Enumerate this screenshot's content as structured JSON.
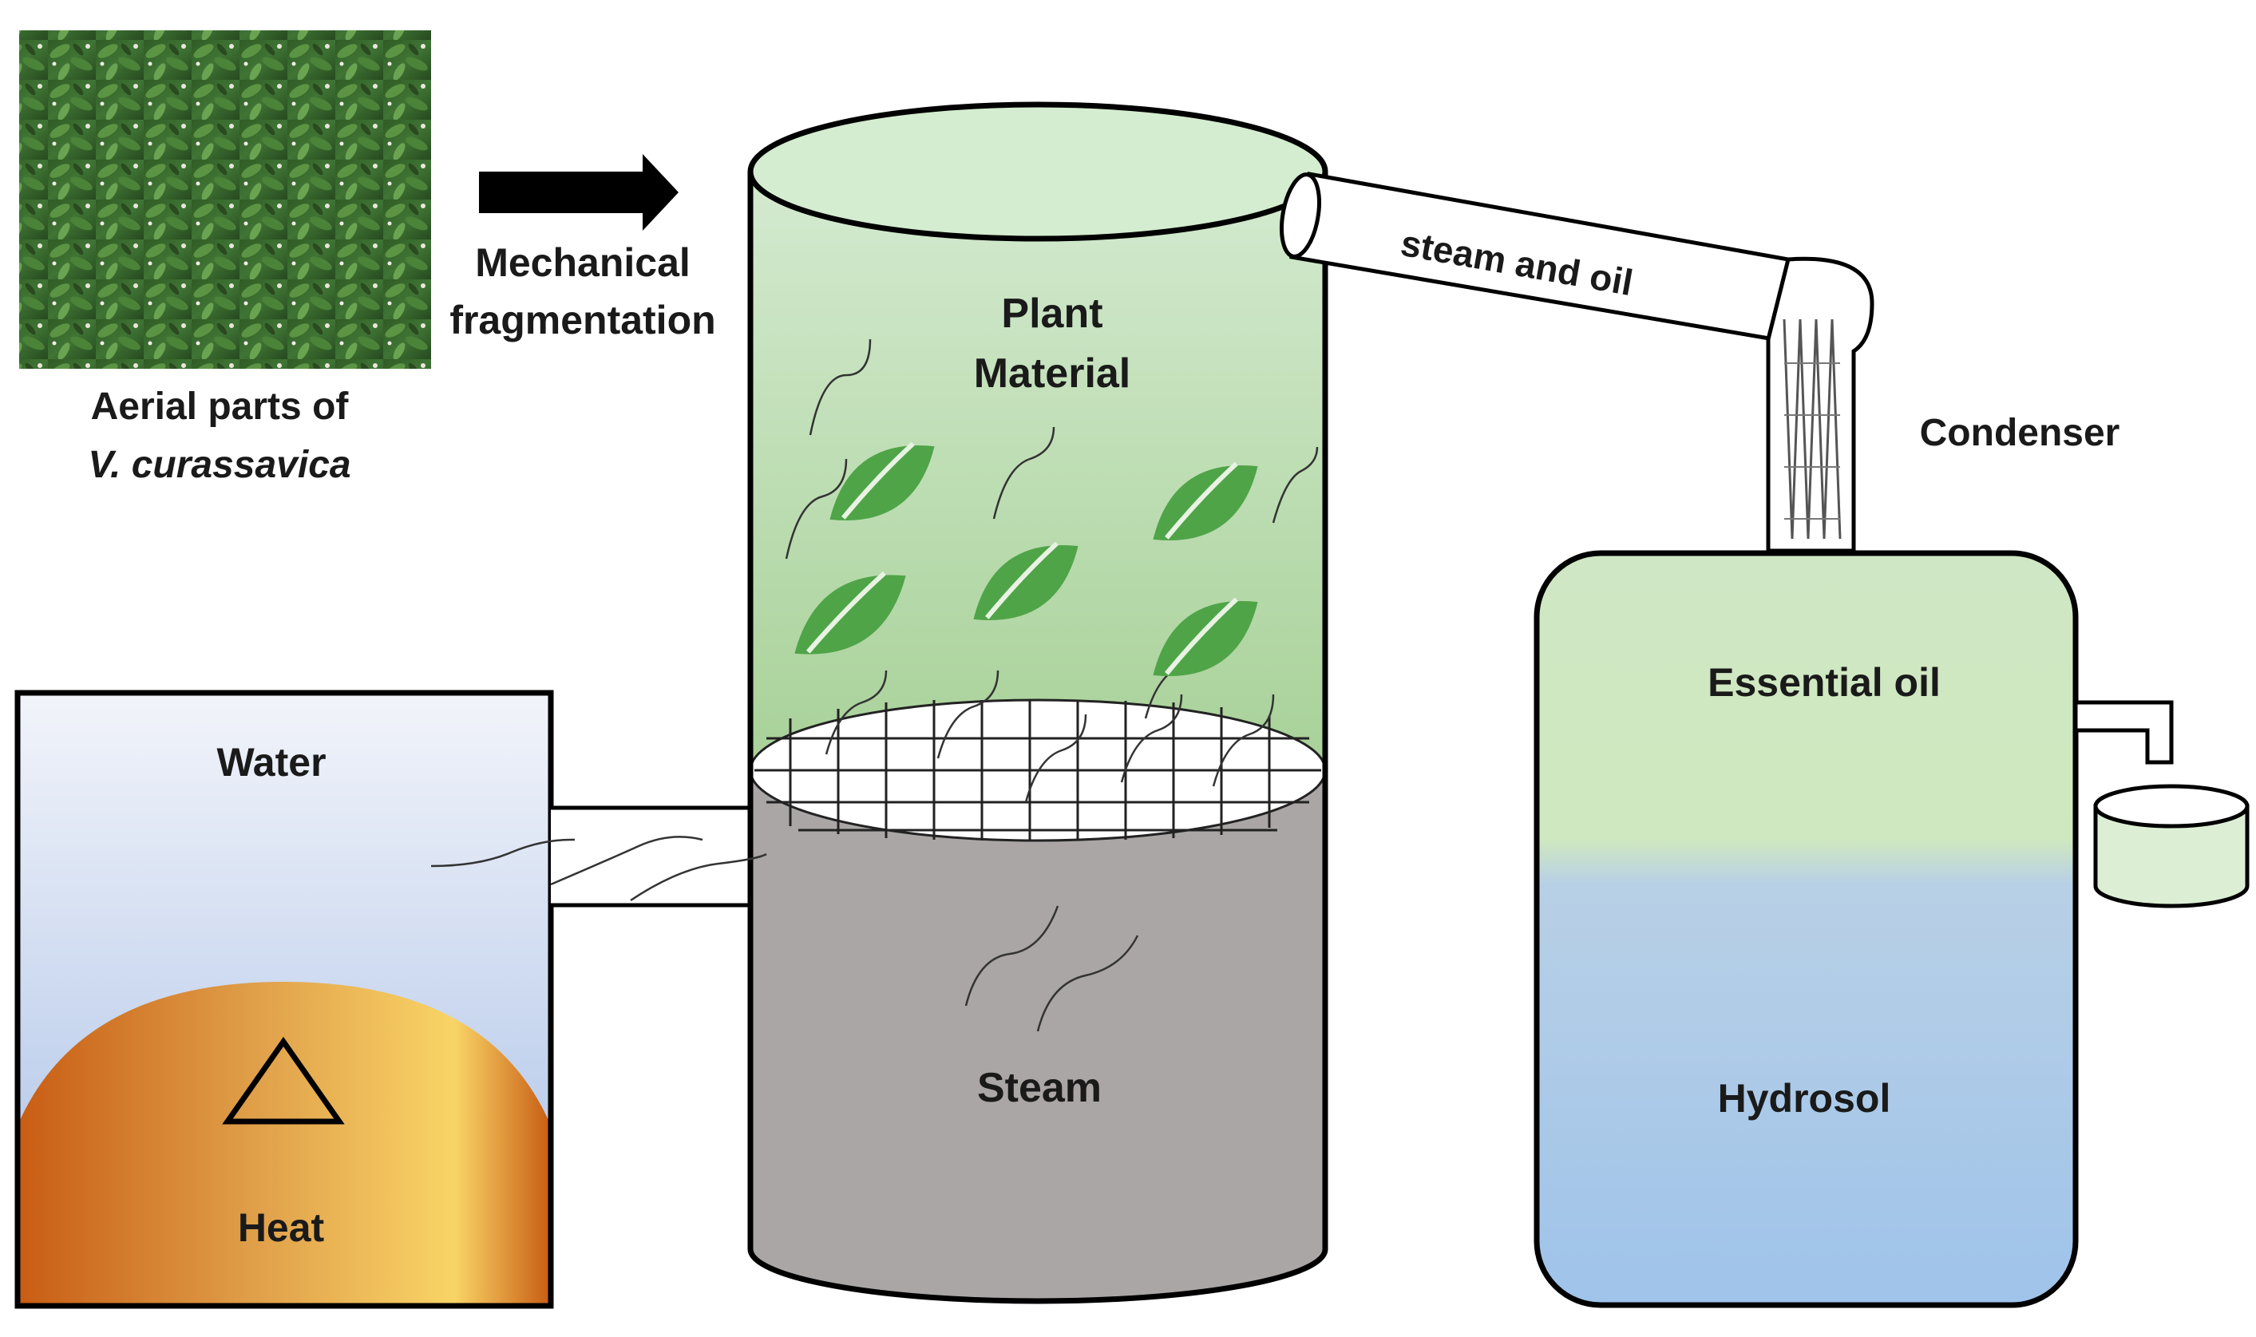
{
  "photo": {
    "caption_line1": "Aerial parts of",
    "caption_line2": "V. curassavica"
  },
  "arrow": {
    "label_line1": "Mechanical",
    "label_line2": "fragmentation"
  },
  "column": {
    "top_label_line1": "Plant",
    "top_label_line2": "Material",
    "bottom_label": "Steam"
  },
  "boiler": {
    "water_label": "Water",
    "heat_label": "Heat"
  },
  "pipe": {
    "label": "steam and oil"
  },
  "condenser": {
    "label": "Condenser"
  },
  "separator": {
    "top_label": "Essential oil",
    "bottom_label": "Hydrosol"
  },
  "colors": {
    "plant_green": "#c9e3b8",
    "steam_grey": "#aaa6a6",
    "water_blue": "#a6c6ea",
    "heat_orange": "#d8791f",
    "heat_gold": "#f7d165",
    "leaf_green": "#4fa448",
    "outline": "#111111"
  }
}
